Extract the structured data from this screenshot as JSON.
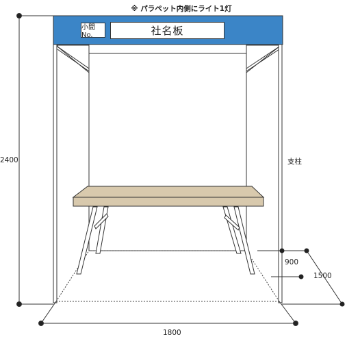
{
  "note": "※ パラペット内側にライト1灯",
  "booth_no_label": "小間No.",
  "company_sign": "社名板",
  "post_label": "支柱",
  "dimensions": {
    "height": "2400",
    "depth_inner": "900",
    "depth_outer": "1500",
    "width": "1800"
  },
  "colors": {
    "fascia": "#3b85c7",
    "table_top": "#d8c9ad",
    "line": "#333333"
  }
}
